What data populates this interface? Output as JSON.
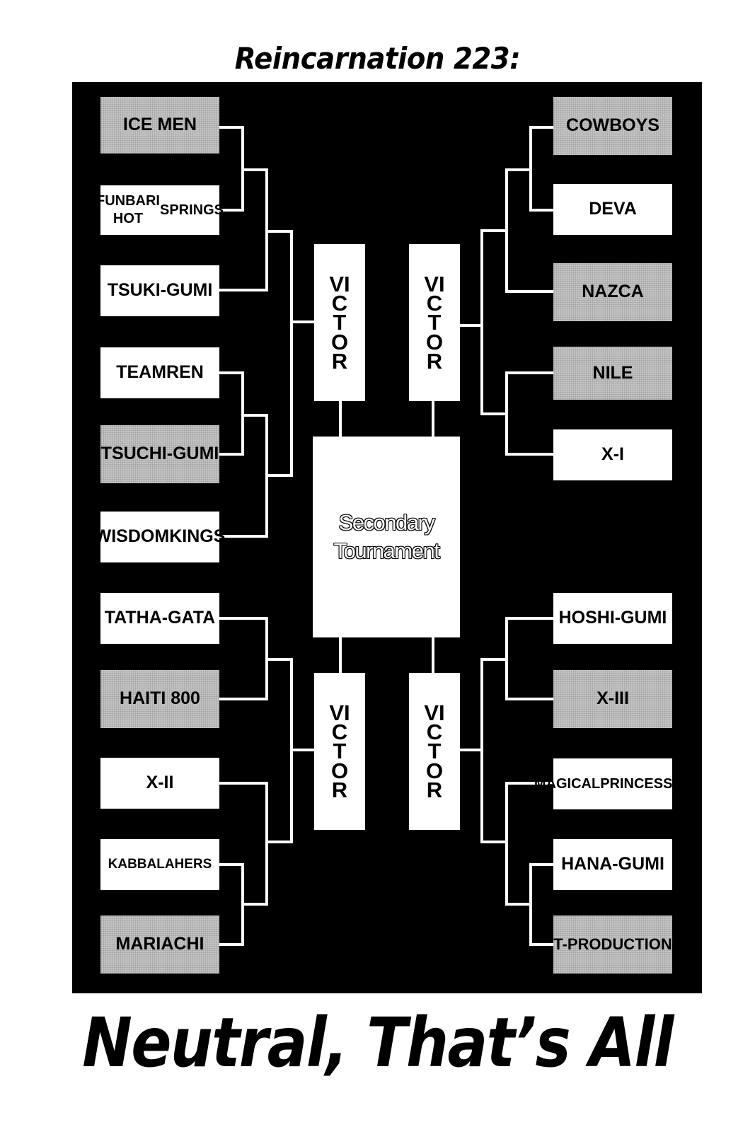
{
  "chapter": "Reincarnation 223:",
  "title": "Neutral, That’s All",
  "bracket": {
    "left": [
      {
        "name": "ICE MEN",
        "shade": "gray"
      },
      {
        "name": "FUNBARI HOT SPRINGS",
        "shade": "white"
      },
      {
        "name": "TSUKI-GUMI",
        "shade": "white"
      },
      {
        "name": "TEAM REN",
        "shade": "white"
      },
      {
        "name": "TSUCHI-GUMI",
        "shade": "gray"
      },
      {
        "name": "WISDOM KINGS",
        "shade": "white"
      },
      {
        "name": "TATHA-GATA",
        "shade": "white"
      },
      {
        "name": "HAITI 800",
        "shade": "gray"
      },
      {
        "name": "X-II",
        "shade": "white"
      },
      {
        "name": "KABBALAHERS",
        "shade": "white"
      },
      {
        "name": "MARIACHI",
        "shade": "gray"
      }
    ],
    "right": [
      {
        "name": "COWBOYS",
        "shade": "gray"
      },
      {
        "name": "DEVA",
        "shade": "white"
      },
      {
        "name": "NAZCA",
        "shade": "gray"
      },
      {
        "name": "NILE",
        "shade": "gray"
      },
      {
        "name": "X-I",
        "shade": "white"
      },
      {
        "name": "HOSHI-GUMI",
        "shade": "white"
      },
      {
        "name": "X-III",
        "shade": "gray"
      },
      {
        "name": "MAGICAL PRINCESSES",
        "shade": "white"
      },
      {
        "name": "HANA-GUMI",
        "shade": "white"
      },
      {
        "name": "T-PRODUCTION",
        "shade": "gray"
      }
    ],
    "victor_label": "VICTOR",
    "center_line1": "Secondary",
    "center_line2": "Tournament"
  }
}
